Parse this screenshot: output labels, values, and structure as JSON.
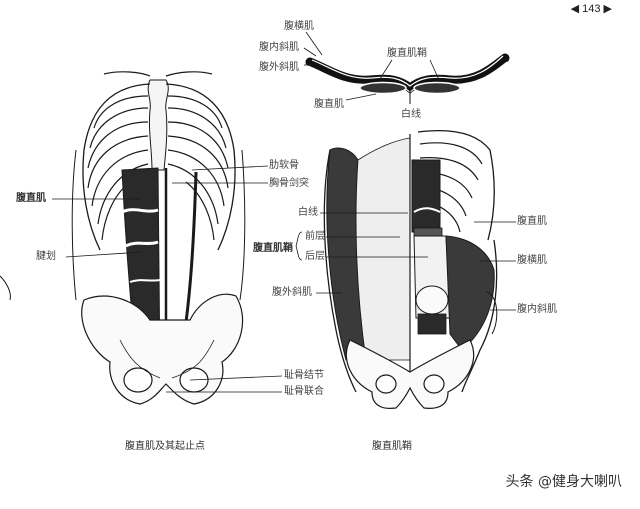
{
  "page": {
    "number": "143",
    "prev_icon": "triangle-left-icon",
    "next_icon": "triangle-right-icon"
  },
  "cross_section": {
    "labels": {
      "transversus": "腹横肌",
      "internal_oblique": "腹内斜肌",
      "external_oblique": "腹外斜肌",
      "rectus_sheath": "腹直肌鞘",
      "rectus": "腹直肌",
      "linea_alba": "白线"
    }
  },
  "left_figure": {
    "labels": {
      "costal_cartilage": "肋软骨",
      "xiphoid": "胸骨剑突",
      "rectus": "腹直肌",
      "tendinous_intersection": "腱划",
      "pubic_tubercle": "耻骨结节",
      "pubic_symphysis": "耻骨联合"
    },
    "caption": "腹直肌及其起止点"
  },
  "right_figure": {
    "labels": {
      "linea_alba": "白线",
      "rectus_sheath": "腹直肌鞘",
      "anterior_layer": "前层",
      "posterior_layer": "后层",
      "external_oblique": "腹外斜肌",
      "rectus": "腹直肌",
      "transversus": "腹横肌",
      "internal_oblique": "腹内斜肌"
    },
    "caption": "腹直肌鞘"
  },
  "watermark": "头条 @健身大喇叭",
  "colors": {
    "ink": "#1a1a1a",
    "label": "#444444",
    "bone_fill": "#f7f7f7",
    "muscle_fill": "#2b2b2b"
  }
}
